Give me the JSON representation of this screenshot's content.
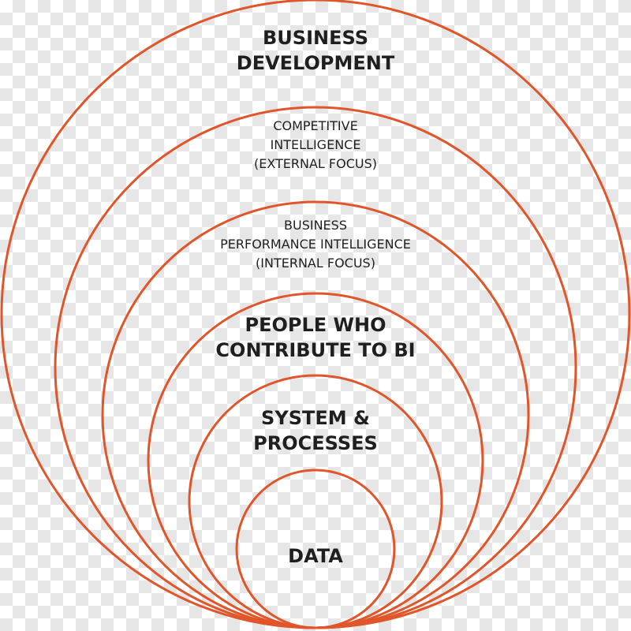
{
  "colors": {
    "ring": "#e0562a",
    "text": "#1f1f1f"
  },
  "layers": [
    {
      "id": "data",
      "lines": [
        "DATA"
      ]
    },
    {
      "id": "system",
      "lines": [
        "SYSTEM &",
        "PROCESSES"
      ]
    },
    {
      "id": "people",
      "lines": [
        "PEOPLE WHO",
        "CONTRIBUTE TO BI"
      ]
    },
    {
      "id": "internal",
      "lines": [
        "BUSINESS",
        "PERFORMANCE INTELLIGENCE",
        "(INTERNAL FOCUS)"
      ]
    },
    {
      "id": "external",
      "lines": [
        "COMPETITIVE",
        "INTELLIGENCE",
        "(EXTERNAL FOCUS)"
      ]
    },
    {
      "id": "business",
      "lines": [
        "BUSINESS",
        "DEVELOPMENT"
      ]
    }
  ]
}
